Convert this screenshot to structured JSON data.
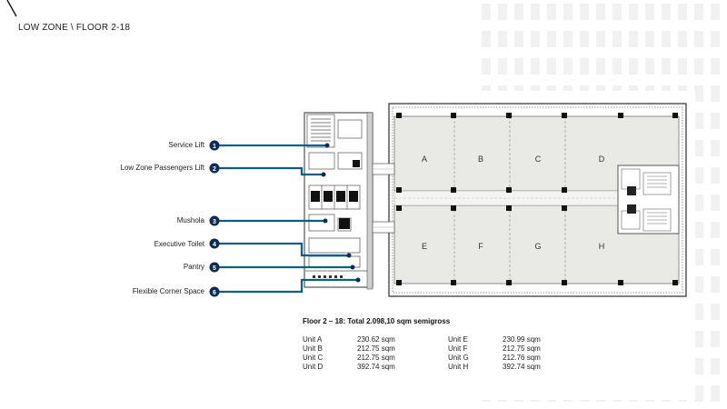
{
  "header": {
    "zone_title": "LOW ZONE \\ FLOOR 2-18"
  },
  "legend": [
    {
      "num": "1",
      "label": "Service Lift"
    },
    {
      "num": "2",
      "label": "Low Zone Passengers Lift"
    },
    {
      "num": "3",
      "label": "Mushola"
    },
    {
      "num": "4",
      "label": "Executive Toilet"
    },
    {
      "num": "5",
      "label": "Pantry"
    },
    {
      "num": "6",
      "label": "Flexible Corner Space"
    }
  ],
  "plan": {
    "units": [
      "A",
      "B",
      "C",
      "D",
      "E",
      "F",
      "G",
      "H"
    ]
  },
  "areas": {
    "title": "Floor 2 – 18: Total 2.098,10 sqm semigross",
    "left": [
      {
        "unit": "Unit A",
        "area": "230.62 sqm"
      },
      {
        "unit": "Unit B",
        "area": "212.75 sqm"
      },
      {
        "unit": "Unit C",
        "area": "212.75 sqm"
      },
      {
        "unit": "Unit D",
        "area": "392.74 sqm"
      }
    ],
    "right": [
      {
        "unit": "Unit E",
        "area": "230.99 sqm"
      },
      {
        "unit": "Unit F",
        "area": "212.75 sqm"
      },
      {
        "unit": "Unit G",
        "area": "212.76 sqm"
      },
      {
        "unit": "Unit H",
        "area": "392.74 sqm"
      }
    ]
  },
  "colors": {
    "accent": "#0b5f84",
    "marker": "#0d2c54",
    "floor_fill": "#e9e9e6",
    "stripe": "#f1f1f1"
  }
}
